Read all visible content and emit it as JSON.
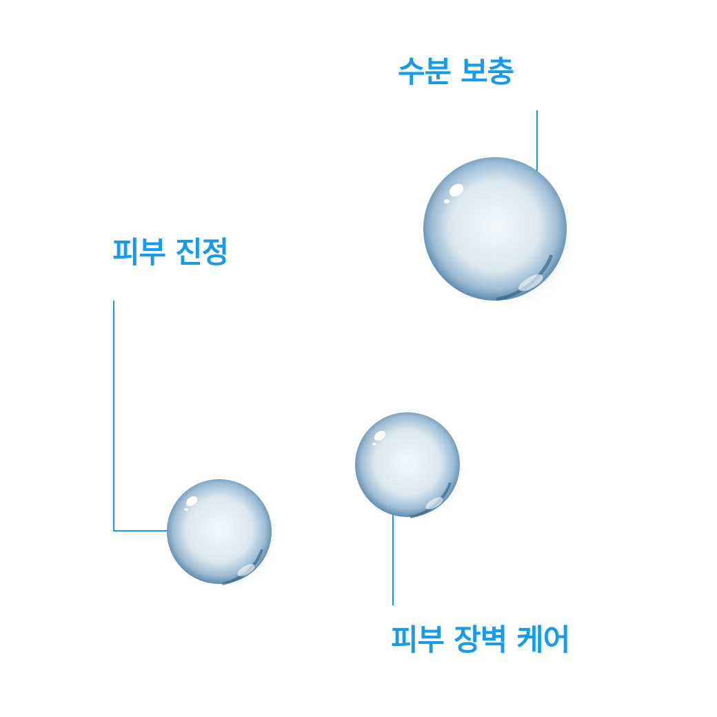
{
  "colors": {
    "accent": "#1a9be8",
    "drop_rim": "#5f8fb5",
    "drop_center": "#eef4f8"
  },
  "labels": {
    "moisture": "수분 보충",
    "soothing": "피부 진정",
    "barrier": "피부 장벽 케어"
  },
  "icons": {
    "drop": "water-droplet"
  }
}
